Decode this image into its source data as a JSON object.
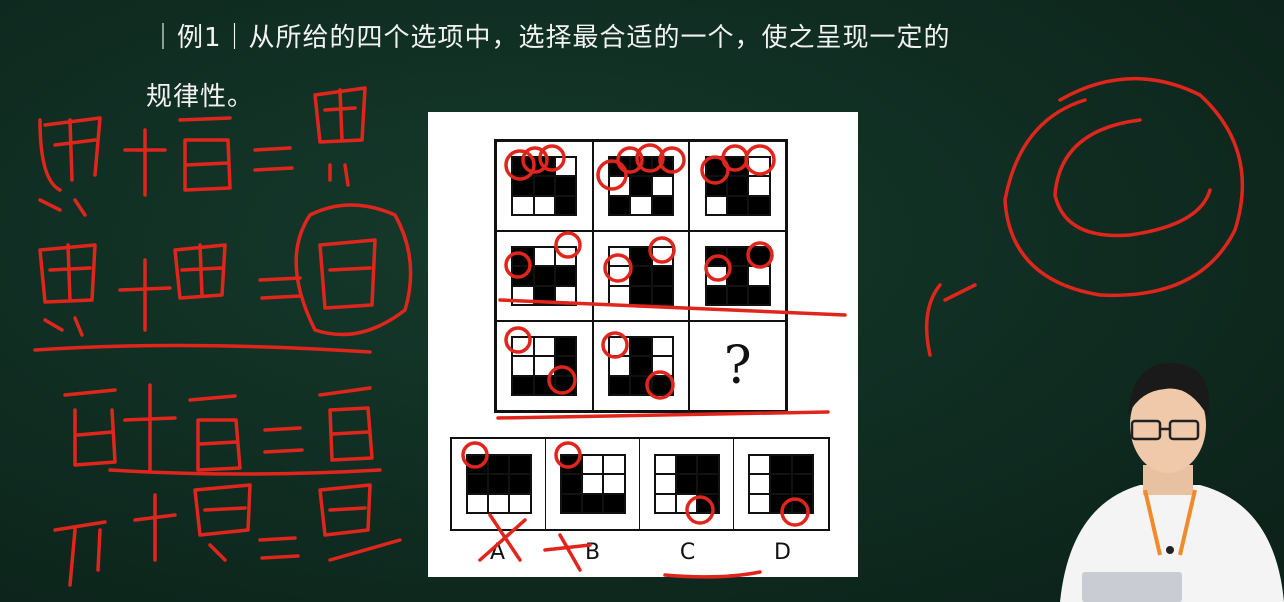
{
  "question": {
    "line1": "｜例1｜从所给的四个选项中，选择最合适的一个，使之呈现一定的",
    "line2": "规律性。"
  },
  "puzzle": {
    "rows": [
      [
        [
          1,
          1,
          0,
          1,
          1,
          1,
          0,
          0,
          1
        ],
        [
          1,
          1,
          1,
          0,
          1,
          0,
          1,
          0,
          1
        ],
        [
          1,
          1,
          0,
          1,
          1,
          0,
          0,
          1,
          1
        ]
      ],
      [
        [
          1,
          0,
          0,
          1,
          1,
          1,
          0,
          1,
          0
        ],
        [
          0,
          1,
          0,
          0,
          1,
          1,
          0,
          1,
          1
        ],
        [
          1,
          1,
          1,
          0,
          1,
          0,
          1,
          1,
          1
        ]
      ],
      [
        [
          0,
          0,
          1,
          0,
          0,
          1,
          1,
          1,
          1
        ],
        [
          0,
          1,
          0,
          0,
          1,
          0,
          1,
          1,
          1
        ],
        null
      ]
    ],
    "question_mark": "?"
  },
  "options": [
    {
      "label": "A",
      "pattern": [
        1,
        1,
        1,
        1,
        1,
        1,
        0,
        0,
        0
      ]
    },
    {
      "label": "B",
      "pattern": [
        1,
        0,
        0,
        1,
        0,
        0,
        1,
        1,
        1
      ]
    },
    {
      "label": "C",
      "pattern": [
        0,
        1,
        1,
        0,
        1,
        1,
        0,
        0,
        1
      ]
    },
    {
      "label": "D",
      "pattern": [
        0,
        1,
        1,
        0,
        1,
        1,
        0,
        1,
        1
      ]
    }
  ],
  "colors": {
    "board": "#0f2a20",
    "annotation": "#e0261c",
    "chalk_text": "#f2f2f2"
  }
}
